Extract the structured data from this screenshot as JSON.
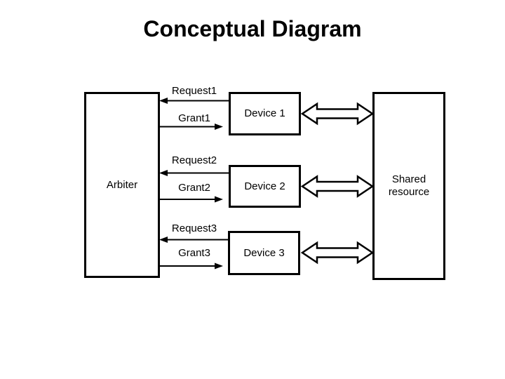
{
  "slide": {
    "title": "Conceptual Diagram"
  },
  "diagram": {
    "arbiter_label": "Arbiter",
    "shared_resource_label": "Shared resource",
    "devices": [
      {
        "label": "Device 1"
      },
      {
        "label": "Device 2"
      },
      {
        "label": "Device 3"
      }
    ],
    "signals": [
      {
        "request": "Request1",
        "grant": "Grant1"
      },
      {
        "request": "Request2",
        "grant": "Grant2"
      },
      {
        "request": "Request3",
        "grant": "Grant3"
      }
    ]
  },
  "colors": {
    "background": "#ffffff",
    "line": "#000000",
    "text": "#000000"
  }
}
